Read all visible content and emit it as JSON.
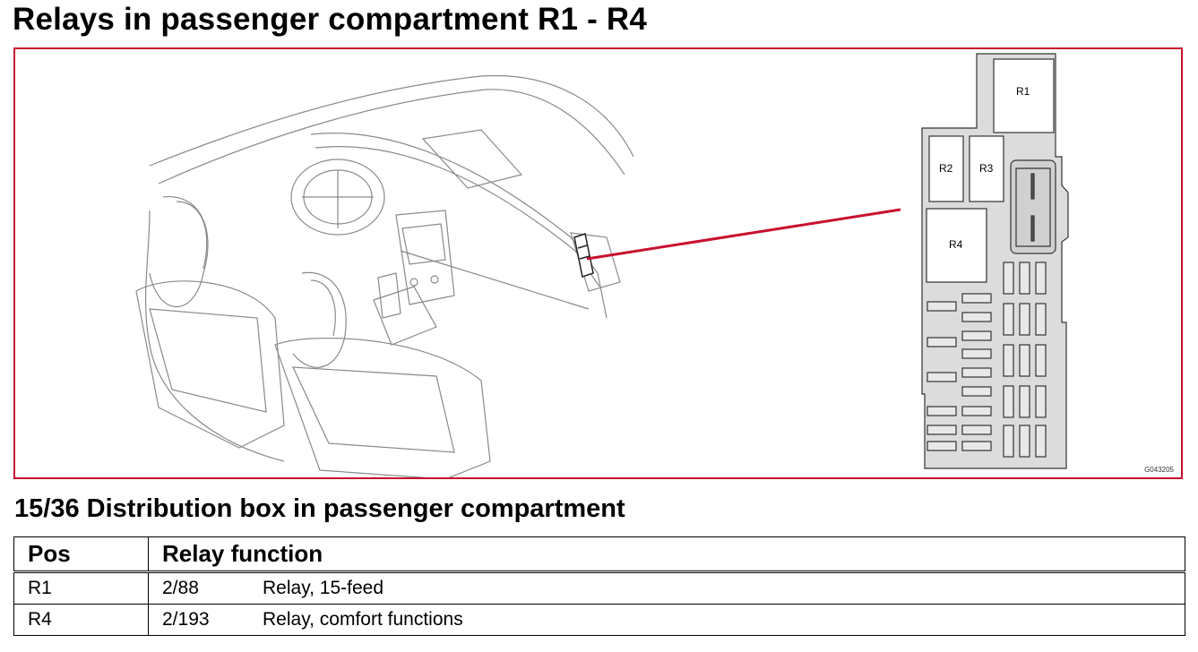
{
  "header": {
    "title": "Relays in passenger compartment R1 - R4"
  },
  "figure": {
    "code": "G043205",
    "relay_labels": [
      "R1",
      "R2",
      "R3",
      "R4"
    ],
    "accent_color": "#c8102e"
  },
  "section": {
    "title": "15/36 Distribution box in passenger compartment"
  },
  "table": {
    "headers": {
      "pos": "Pos",
      "function": "Relay function"
    },
    "rows": [
      {
        "pos": "R1",
        "code": "2/88",
        "function": "Relay, 15-feed"
      },
      {
        "pos": "R4",
        "code": "2/193",
        "function": "Relay, comfort functions"
      }
    ]
  }
}
